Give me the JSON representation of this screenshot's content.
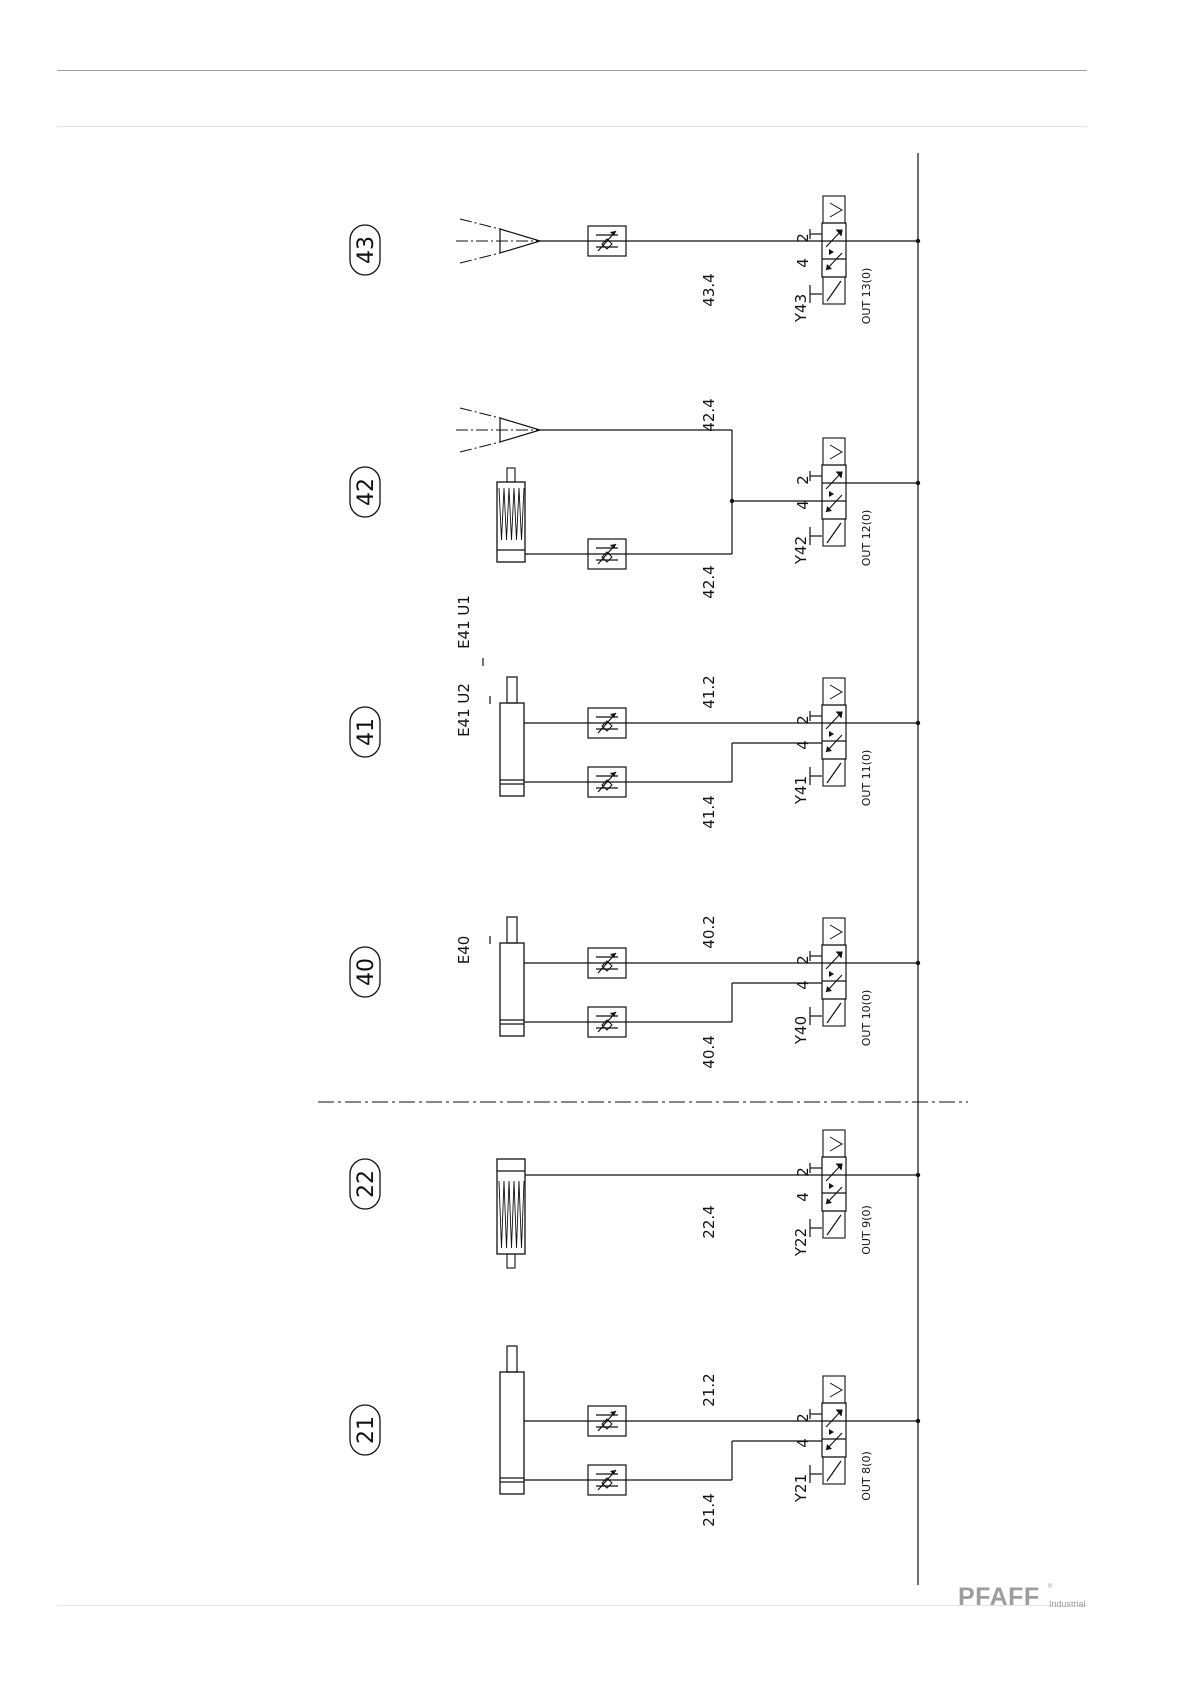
{
  "brand": {
    "name": "PFAFF",
    "registered": "®",
    "sub": "Industrial"
  },
  "circuits": [
    {
      "id": "43",
      "valve": "Y43",
      "output": "OUT 13(0)",
      "port_upper": "2",
      "port_lower": "4",
      "line_a": "",
      "line_b": "43.4",
      "sensor_a": "",
      "sensor_b": ""
    },
    {
      "id": "42",
      "valve": "Y42",
      "output": "OUT 12(0)",
      "port_upper": "2",
      "port_lower": "4",
      "line_a": "42.4",
      "line_b": "42.4",
      "sensor_a": "",
      "sensor_b": ""
    },
    {
      "id": "41",
      "valve": "Y41",
      "output": "OUT 11(0)",
      "port_upper": "2",
      "port_lower": "4",
      "line_a": "41.2",
      "line_b": "41.4",
      "sensor_a": "E41 U1",
      "sensor_b": "E41 U2"
    },
    {
      "id": "40",
      "valve": "Y40",
      "output": "OUT 10(0)",
      "port_upper": "2",
      "port_lower": "4",
      "line_a": "40.2",
      "line_b": "40.4",
      "sensor_a": "",
      "sensor_b": "E40"
    },
    {
      "id": "22",
      "valve": "Y22",
      "output": "OUT 9(0)",
      "port_upper": "2",
      "port_lower": "4",
      "line_a": "",
      "line_b": "22.4",
      "sensor_a": "",
      "sensor_b": ""
    },
    {
      "id": "21",
      "valve": "Y21",
      "output": "OUT 8(0)",
      "port_upper": "2",
      "port_lower": "4",
      "line_a": "21.2",
      "line_b": "21.4",
      "sensor_a": "",
      "sensor_b": ""
    }
  ]
}
